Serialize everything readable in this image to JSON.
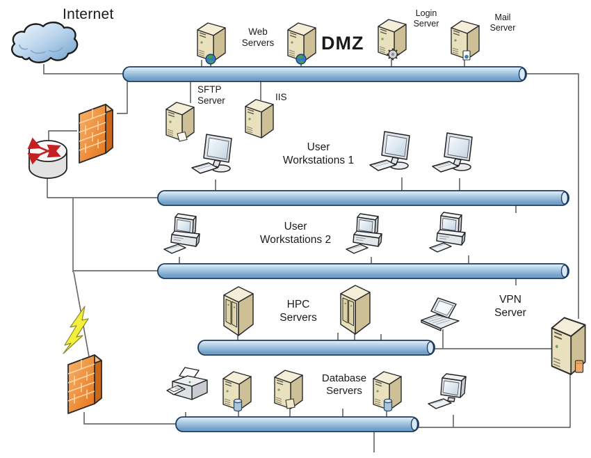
{
  "diagram_type": "network-topology",
  "labels": {
    "internet": "Internet",
    "web_servers": "Web\nServers",
    "dmz": "DMZ",
    "login_server": "Login\nServer",
    "mail_server": "Mail\nServer",
    "sftp_server": "SFTP\nServer",
    "iis": "IIS",
    "user_workstations_1": "User\nWorkstations 1",
    "user_workstations_2": "User\nWorkstations 2",
    "hpc_servers": "HPC\nServers",
    "vpn_server": "VPN\nServer",
    "database_servers": "Database\nServers"
  },
  "zones": [
    {
      "label": "DMZ",
      "bus": "network-bus-dmz",
      "devices": [
        "web-server",
        "web-server",
        "login-server",
        "mail-server",
        "sftp-server",
        "iis-server"
      ]
    },
    {
      "label": "User Workstations 1",
      "bus": "network-bus-workstations-1",
      "devices": [
        "lcd-workstation",
        "lcd-workstation",
        "lcd-workstation"
      ]
    },
    {
      "label": "User Workstations 2",
      "bus": "network-bus-workstations-2",
      "devices": [
        "crt-workstation",
        "crt-workstation",
        "crt-workstation"
      ]
    },
    {
      "label": "HPC Servers",
      "bus": "network-bus-hpc",
      "devices": [
        "hpc-server",
        "hpc-server",
        "laptop"
      ]
    },
    {
      "label": "VPN Server",
      "bus": null,
      "devices": [
        "vpn-server"
      ]
    },
    {
      "label": "Database Servers",
      "bus": "network-bus-database",
      "devices": [
        "printer",
        "database-server",
        "file-server",
        "database-server",
        "desktop-computer"
      ]
    }
  ],
  "edge_elements": [
    "internet-cloud",
    "firewall",
    "router",
    "lightning-link",
    "firewall"
  ],
  "colors": {
    "bus_blue_light": "#e4f0f9",
    "bus_blue_dark": "#6d9cc6",
    "bus_outline": "#1d3a5f",
    "connector_gray": "#6b6b6b",
    "firewall_orange": "#ef8a2a",
    "lightning_yellow": "#f4ef3b",
    "server_beige": "#e9e0bd",
    "router_arrow_red": "#c42222",
    "cloud_blue": "#9fc1e0",
    "globe_green": "#44a044",
    "globe_blue": "#3a76c8",
    "db_cylinder_blue": "#aac6de",
    "text": "#1a1a1a"
  }
}
